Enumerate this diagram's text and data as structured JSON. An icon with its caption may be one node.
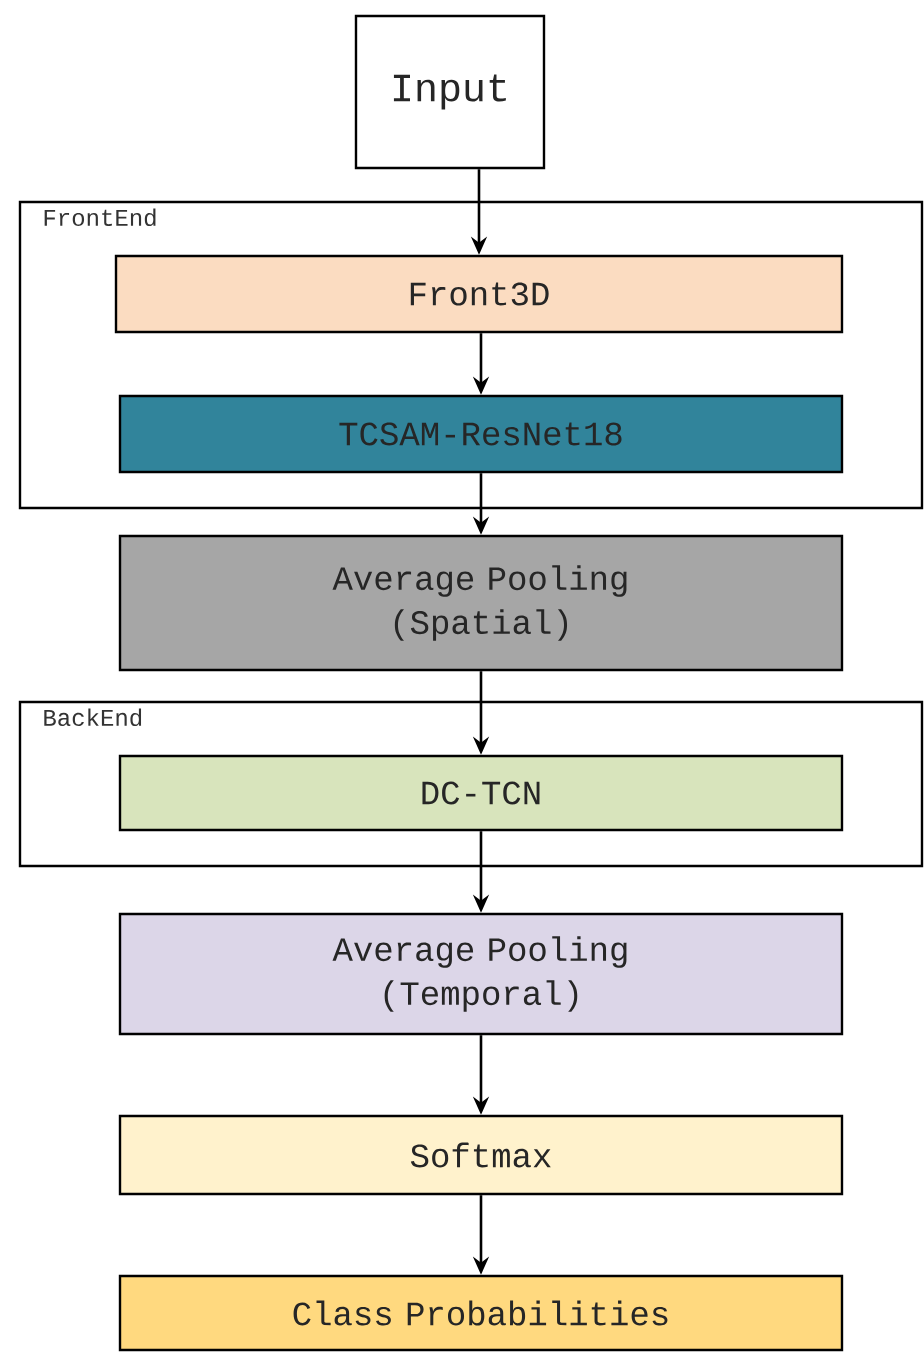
{
  "diagram": {
    "nodes": [
      {
        "text": [
          "Input"
        ]
      },
      {
        "text": [
          "FrontEnd"
        ]
      },
      {
        "text": [
          "Front3D"
        ],
        "in": 1
      },
      {
        "text": [
          "TCSAM-ResNet18"
        ],
        "in": 1
      },
      {
        "text": [
          "Average Pooling (Spatial)"
        ]
      },
      {
        "text": [
          "BackEnd"
        ]
      },
      {
        "text": [
          "DC-TCN"
        ],
        "in": 5
      },
      {
        "text": [
          "Average Pooling (Temporal)"
        ]
      },
      {
        "text": [
          "Softmax"
        ]
      },
      {
        "text": [
          "Class Probabilities"
        ]
      }
    ],
    "edges": [
      {
        "from": 0,
        "to": 2,
        "arrow": "to"
      },
      {
        "from": 2,
        "to": 3,
        "arrow": "to"
      },
      {
        "from": 3,
        "to": 4,
        "arrow": "to"
      },
      {
        "from": 4,
        "to": 6,
        "arrow": "to"
      },
      {
        "from": 6,
        "to": 7,
        "arrow": "to"
      },
      {
        "from": 7,
        "to": 8,
        "arrow": "to"
      },
      {
        "from": 8,
        "to": 9,
        "arrow": "to"
      }
    ]
  }
}
